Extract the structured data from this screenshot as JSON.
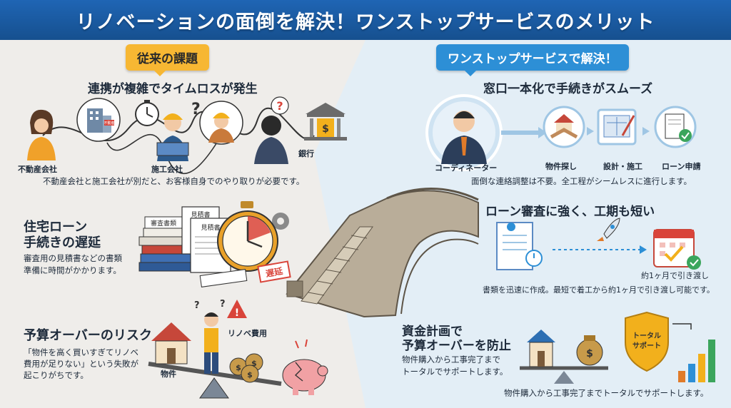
{
  "header": {
    "title": "リノベーションの面倒を解決！ワンストップサービスのメリット"
  },
  "left": {
    "badge": "従来の課題",
    "section1": {
      "title": "連携が複雑でタイムロスが発生",
      "labels": {
        "realestate": "不動産会社",
        "contractor": "施工会社",
        "bank": "銀行"
      },
      "sign_text": "不動産",
      "bank_symbol": "$",
      "note": "不動産会社と施工会社が別だと、お客様自身でのやり取りが必要です。"
    },
    "section2": {
      "title_line1": "住宅ローン",
      "title_line2": "手続きの遅延",
      "desc_line1": "審査用の見積書などの書類",
      "desc_line2": "準備に時間がかかります。",
      "doc_labels": [
        "審査書類",
        "見積書",
        "見積書"
      ],
      "stamp": "遅延"
    },
    "section3": {
      "title": "予算オーバーのリスク",
      "desc_line1": "「物件を高く買いすぎてリノベ",
      "desc_line2": "費用が足りない」という失敗が",
      "desc_line3": "起こりがちです。",
      "label_property": "物件",
      "label_reno": "リノベ費用",
      "money_symbol": "$"
    }
  },
  "right": {
    "badge": "ワンストップサービスで解決！",
    "section1": {
      "title": "窓口一本化で手続きがスムーズ",
      "coordinator": "コーディネーター",
      "steps": [
        "物件探し",
        "設計・施工",
        "ローン申請"
      ],
      "note": "面倒な連絡調整は不要。全工程がシームレスに進行します。"
    },
    "section2": {
      "title": "ローン審査に強く、工期も短い",
      "calendar_note": "約1ヶ月で引き渡し",
      "note": "書類を迅速に作成。最短で着工から約1ヶ月で引き渡し可能です。"
    },
    "section3": {
      "title_line1": "資金計画で",
      "title_line2": "予算オーバーを防止",
      "desc_line1": "物件購入から工事完了まで",
      "desc_line2": "トータルでサポートします。",
      "shield_line1": "トータル",
      "shield_line2": "サポート",
      "money_symbol": "$",
      "note": "物件購入から工事完了までトータルでサポートします。"
    }
  },
  "colors": {
    "header_bg": "#1f65b4",
    "badge_left": "#f7b733",
    "badge_right": "#2d8fd6",
    "alert_red": "#d9443a",
    "accent_blue": "#2d8fd6"
  }
}
